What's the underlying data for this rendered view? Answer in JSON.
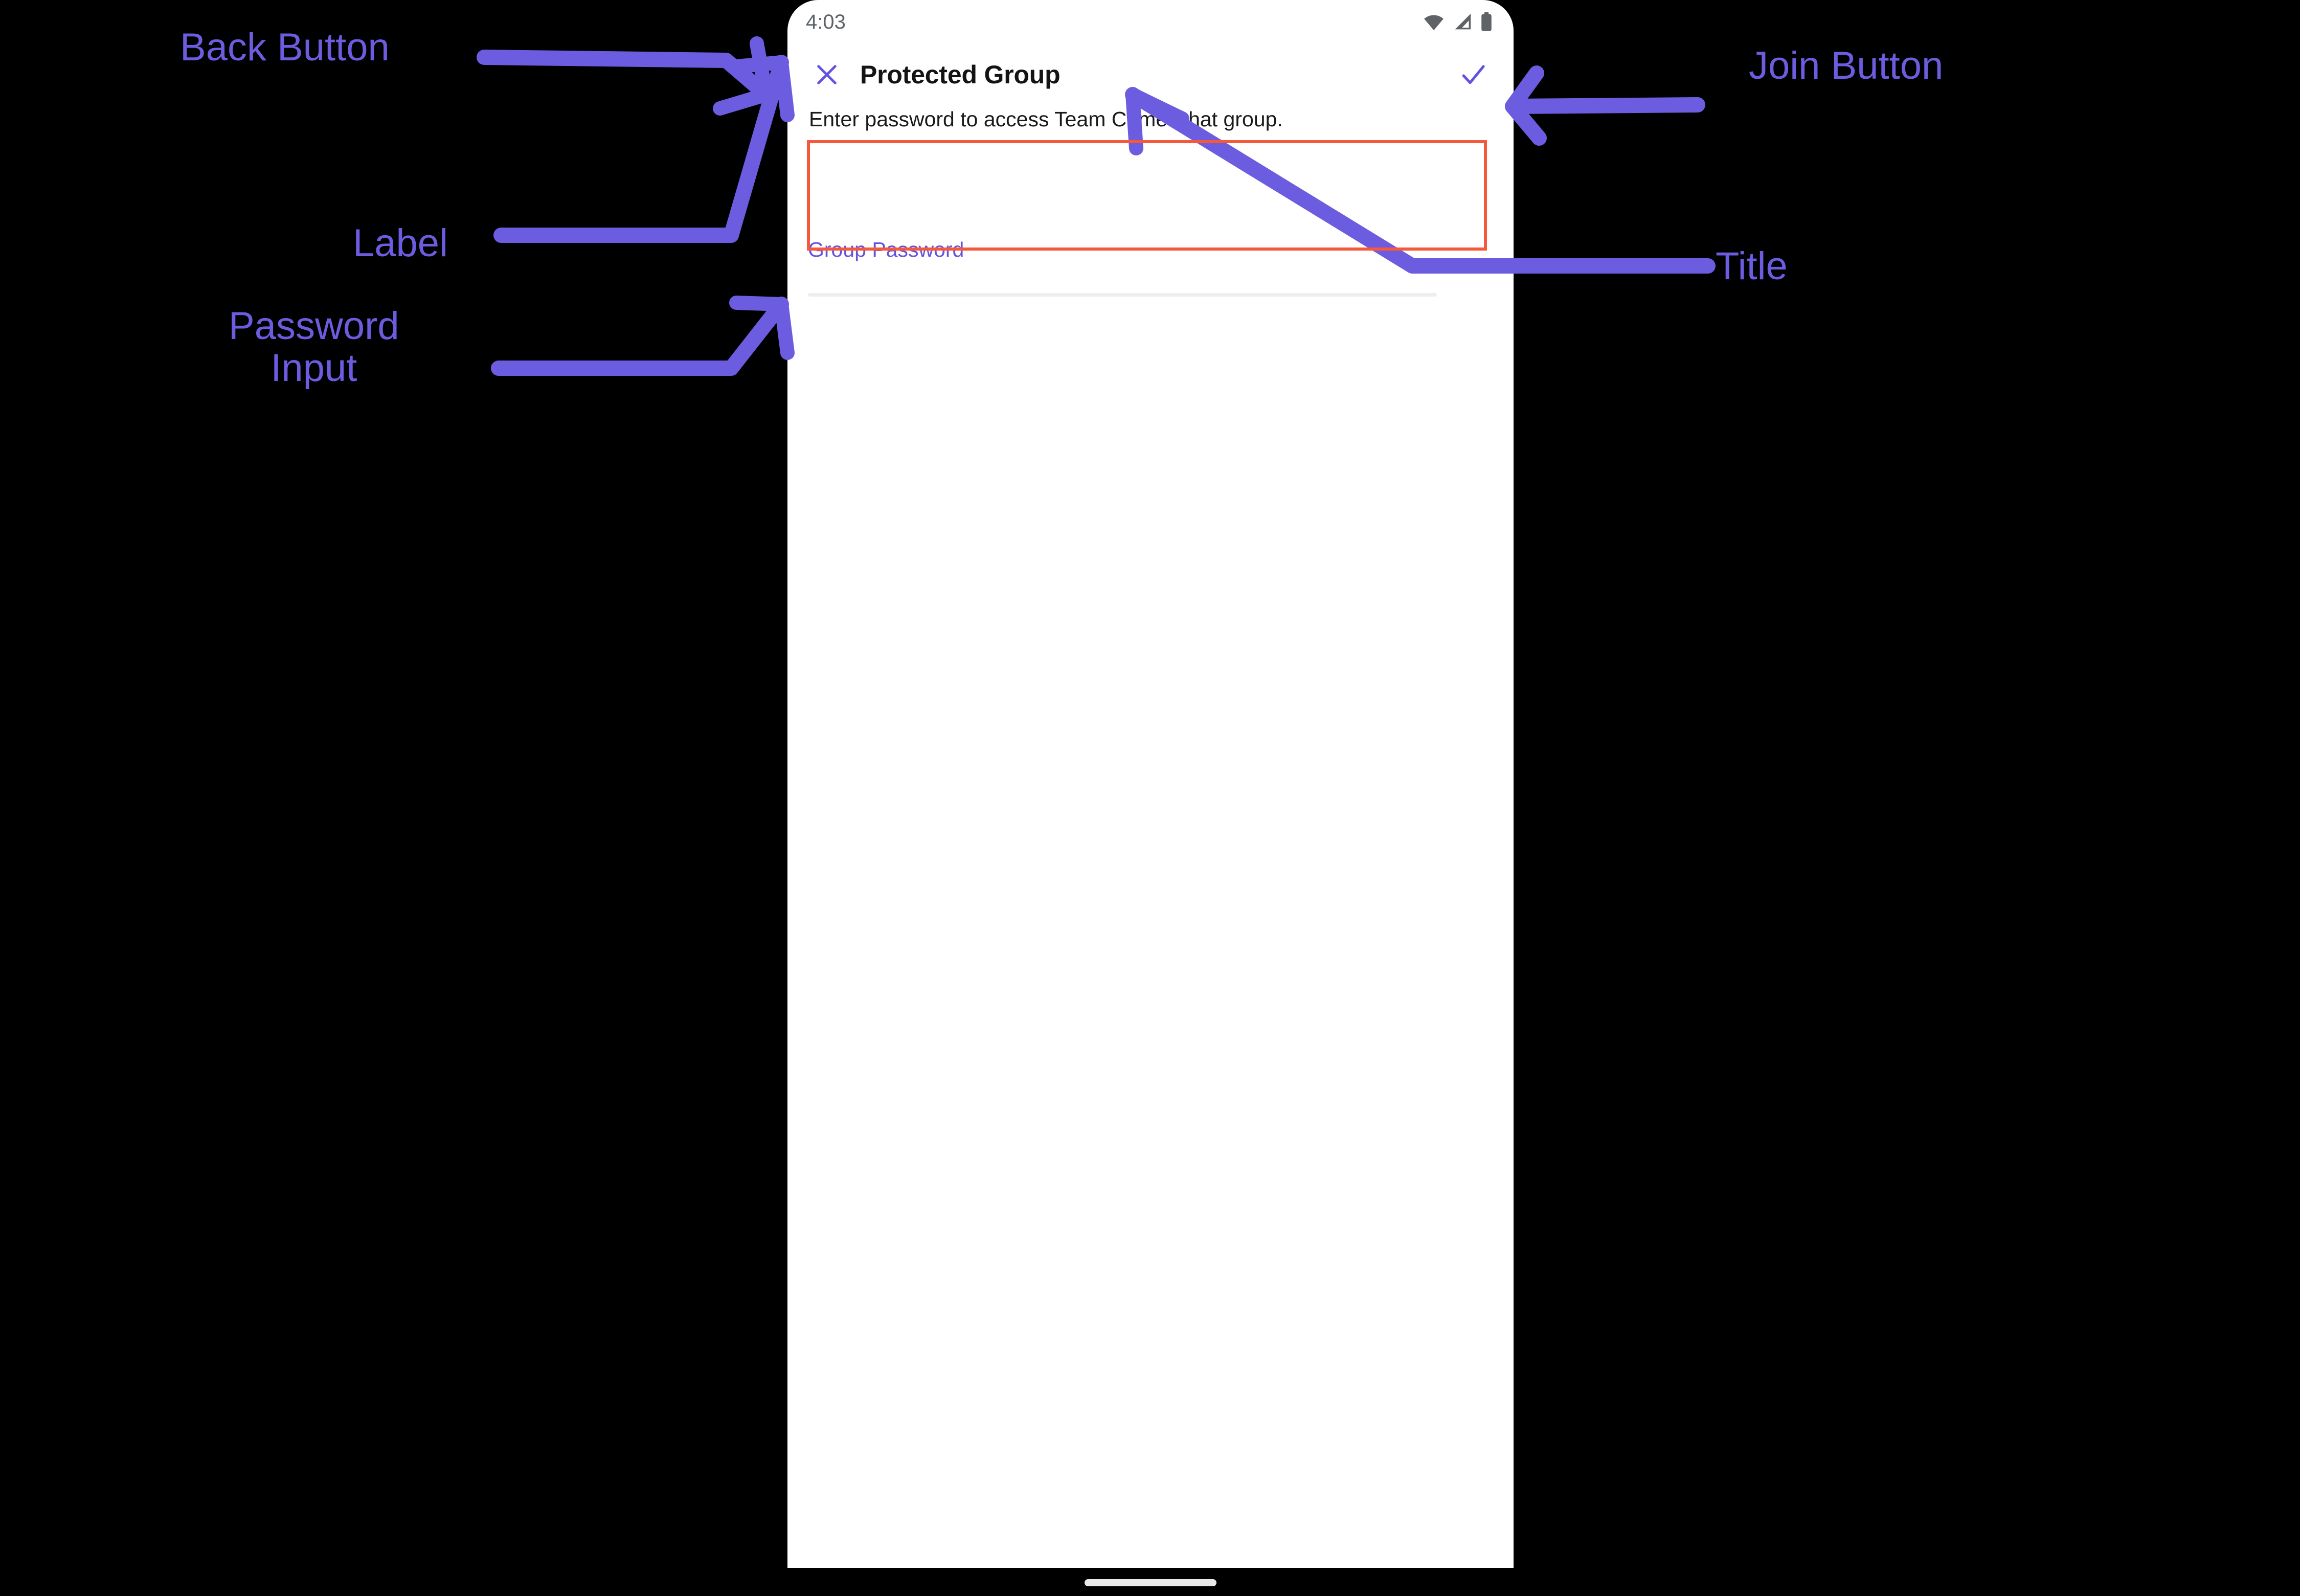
{
  "device": {
    "status_bar": {
      "time": "4:03",
      "icons": [
        "wifi-icon",
        "cellular-signal-icon",
        "battery-icon"
      ]
    },
    "gesture_bar": "home-gesture-pill"
  },
  "app_bar": {
    "close_label": "close-icon",
    "title": "Protected Group",
    "confirm_label": "check-icon"
  },
  "screen": {
    "description": "Enter password to access Team CometChat group.",
    "password_field": {
      "label": "Group Password",
      "value": "",
      "placeholder": ""
    }
  },
  "annotations": [
    {
      "id": "back",
      "text": "Back Button"
    },
    {
      "id": "label",
      "text": "Label"
    },
    {
      "id": "pwd",
      "text": "Password\nInput"
    },
    {
      "id": "join",
      "text": "Join Button"
    },
    {
      "id": "title",
      "text": "Title"
    }
  ],
  "colors": {
    "accent_purple": "#6152e0",
    "annotation_purple": "#6C5CE0",
    "callout_red": "#F4593C",
    "status_gray": "#5f6368",
    "underline_gray": "#eeeeee",
    "background": "#000000",
    "surface": "#ffffff"
  }
}
